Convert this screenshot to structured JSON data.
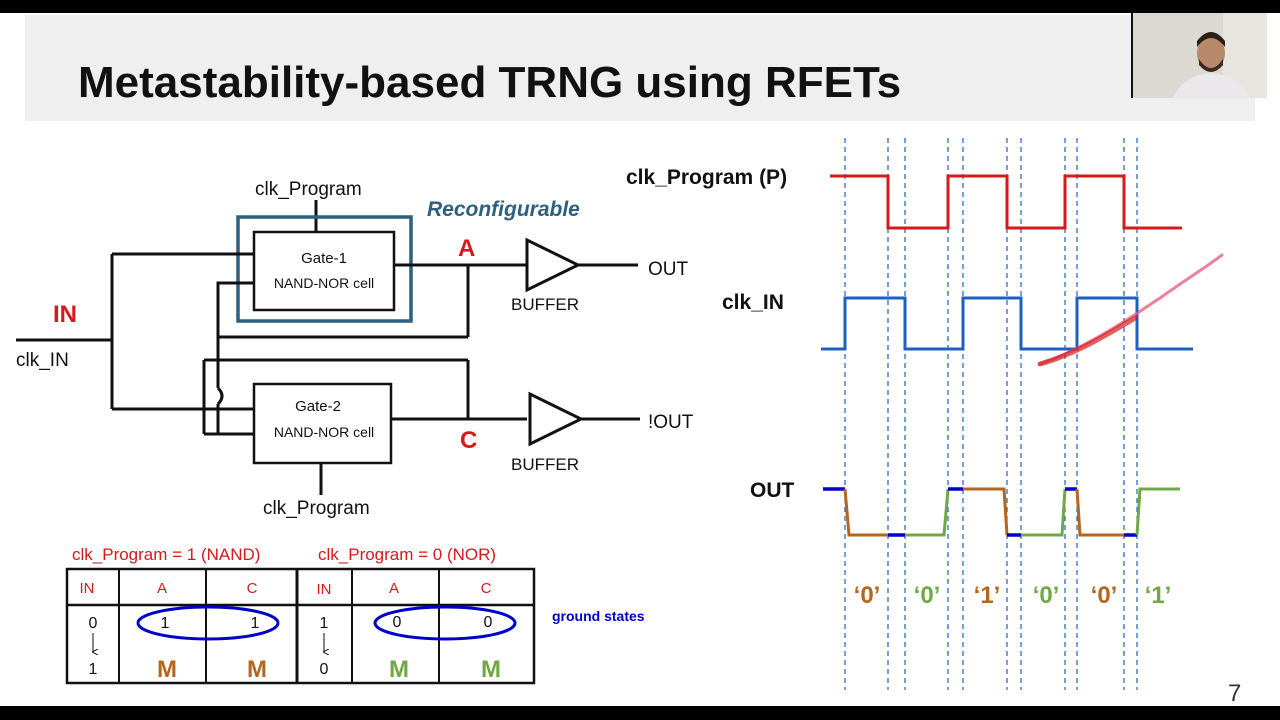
{
  "slide": {
    "title": "Metastability-based TRNG using RFETs",
    "page_number": "7"
  },
  "circuit": {
    "clk_program_top": "clk_Program",
    "clk_program_bottom": "clk_Program",
    "reconfigurable": "Reconfigurable",
    "gate1_name": "Gate-1",
    "gate1_type": "NAND-NOR cell",
    "gate2_name": "Gate-2",
    "gate2_type": "NAND-NOR cell",
    "node_a": "A",
    "node_c": "C",
    "in_label": "IN",
    "clk_in_label": "clk_IN",
    "buffer_top": "BUFFER",
    "buffer_bottom": "BUFFER",
    "out_label": "OUT",
    "nout_label": "!OUT"
  },
  "truth_table": {
    "nand_caption": "clk_Program = 1 (NAND)",
    "nor_caption": "clk_Program = 0 (NOR)",
    "headers": [
      "IN",
      "A",
      "C",
      "IN",
      "A",
      "C"
    ],
    "nand_in_start": "0",
    "nand_in_end": "1",
    "nand_a_ground": "1",
    "nand_c_ground": "1",
    "nand_a_meta": "M",
    "nand_c_meta": "M",
    "nor_in_start": "1",
    "nor_in_end": "0",
    "nor_a_ground": "0",
    "nor_c_ground": "0",
    "nor_a_meta": "M",
    "nor_c_meta": "M",
    "ground_states_label": "ground states"
  },
  "timing": {
    "clk_program_label": "clk_Program (P)",
    "clk_in_label": "clk_IN",
    "out_label": "OUT",
    "bits": [
      "‘0’",
      "‘0’",
      "‘1’",
      "‘0’",
      "‘0’",
      "‘1’"
    ]
  },
  "colors": {
    "red": "#d7191c",
    "blue": "#1f5fbf",
    "orange": "#b5651d",
    "green": "#70a845",
    "teal": "#2f5f7f",
    "navy": "#0000c8",
    "pink": "#e8567a"
  }
}
